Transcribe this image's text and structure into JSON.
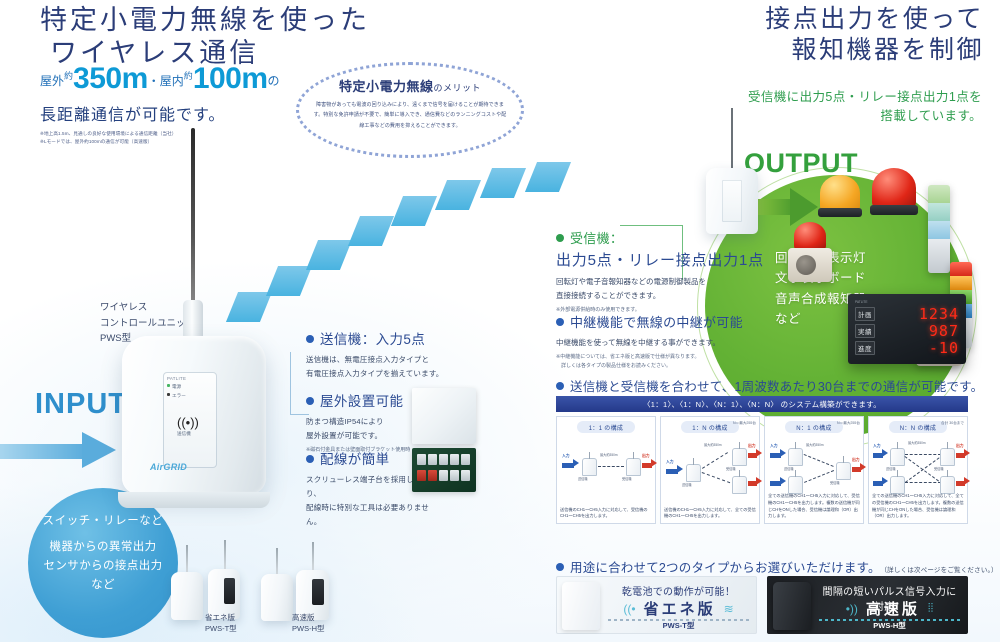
{
  "headline": {
    "left_line1": "特定小電力無線を使った",
    "left_line2": "ワイヤレス通信",
    "right_line1": "接点出力を使って",
    "right_line2": "報知機器を制御"
  },
  "distance": {
    "outdoor_label": "屋外",
    "approx1": "約",
    "outdoor_value": "350m",
    "separator": "・",
    "indoor_label": "屋内",
    "approx2": "約",
    "indoor_value": "100m",
    "suffix": "の",
    "line2": "長距離通信が可能です。",
    "footnote": "※地上高1.5m、見通しの良好な使用環境による通信距離（当社）\n※Lモードでは、屋外約100mの通信が可能（高速版）"
  },
  "right_subtitle": "受信機に出力5点・リレー接点出力1点を\n搭載しています。",
  "merit_oval": {
    "title": "特定小電力無線",
    "title_suffix": "のメリット",
    "body": "障害物があっても電波の回り込みにより、遠くまで信号を届けることが期待できます。特別な免許申請が不要で、簡単に導入でき、通信費などのランニングコストや配線工事などの費用を抑えることができます。"
  },
  "input": {
    "label": "INPUT",
    "circle_line1": "スイッチ・リレーなど",
    "circle_line2": "機器からの異常出力\nセンサからの接点出力\nなど"
  },
  "output": {
    "label": "OUTPUT",
    "circle_text": "回転灯・表示灯\n文字表示ボード\n音声合成報知器\nなど"
  },
  "main_unit": {
    "label": "ワイヤレス\nコントロールユニット\nPWS型",
    "brand": "PATLITE",
    "status_power": "電源",
    "status_error": "エラー",
    "panel_label": "送信機",
    "logo": "AirGRID"
  },
  "led_board": {
    "header": "PATLITE",
    "rows": [
      {
        "label": "計画",
        "value": "1234"
      },
      {
        "label": "実績",
        "value": "987"
      },
      {
        "label": "進度",
        "value": "-10"
      }
    ]
  },
  "bullets": [
    {
      "title": "送信機：入力5点",
      "body": "送信機は、無電圧接点入力タイプと\n有電圧接点入力タイプを揃えています。",
      "note": ""
    },
    {
      "title": "屋外設置可能",
      "body": "防まつ構造IP54により\n屋外設置が可能です。",
      "note": "※磁石付金具または壁面取付ブラケット使用時"
    },
    {
      "title": "配線が簡単",
      "body": "スクリューレス端子台を採用しており、\n配線時に特別な工具は必要ありません。",
      "note": ""
    }
  ],
  "receiver_block": {
    "title": "受信機：",
    "subtitle": "出力5点・リレー接点出力1点",
    "body": "回転灯や電子音報知器などの電源制御製品を\n直接接続することができます。",
    "note": "※外部電源併給時のみ使用できます。"
  },
  "repeater_block": {
    "title": "中継機能で無線の中継が可能",
    "body": "中継機能を使って無線を中継する事ができます。",
    "note": "※中継機能については、省エネ版と高速版で仕様が異なります。\n　詳しくは各タイプの製品仕様をお読みください。"
  },
  "system": {
    "heading": "送信機と受信機を合わせて、1周波数あたり30台までの通信が可能です。",
    "bar": "〈1：1〉、〈1：N〉、〈N：1〉、〈N：N〉 のシステム構築ができます。",
    "cells": [
      {
        "pill": "1：1 の構成",
        "note": "",
        "in_label": "入力",
        "out_label": "出力",
        "link_label": "最大約350m",
        "tx_label": "送信機",
        "rx_label": "受信機",
        "caption": "送信機のCH1～CH5入力に対応して、受信機のCH1～CH5を出力します。"
      },
      {
        "pill": "1：N の構成",
        "note": "N＝最大255台",
        "in_label": "入力",
        "out_label": "出力",
        "link_label": "最大約350m",
        "tx_label": "送信機",
        "rx_label": "受信機",
        "caption": "送信機のCH1～CH5入力に対応して、全ての受信機のCH1～CH5を出力します。"
      },
      {
        "pill": "N：1 の構成",
        "note": "N＝最大255台",
        "in_label": "入力",
        "out_label": "出力",
        "link_label": "最大約350m",
        "tx_label": "送信機",
        "rx_label": "受信機",
        "caption": "全ての送信機のCH1～CH5入力に対応して、受信機のCH1～CH5を出力します。複数の送信機が同じCHをONした場合、受信機は論理和（OR）出力します。"
      },
      {
        "pill": "N：N の構成",
        "note": "合計 30台まで",
        "in_label": "入力",
        "out_label": "出力",
        "link_label": "最大約350m",
        "tx_label": "送信機",
        "rx_label": "受信機",
        "caption": "全ての送信機のCH1～CH5入力に対応して、全ての受信機のCH1～CH5を出力します。複数の送信機が同じCHをONした場合、受信機は論理和（OR）出力します。"
      }
    ]
  },
  "types": {
    "heading": "用途に合わせて2つのタイプからお選びいただけます。",
    "heading_note": "（詳しくは次ページをご覧ください。）",
    "cards": [
      {
        "title": "乾電池での動作が可能！",
        "name": "省エネ版",
        "model": "PWS-T型",
        "icon_left": "wifi-icon",
        "icon_right": "stack-icon"
      },
      {
        "title": "間隔の短いパルス信号入力に対応！",
        "name": "高速版",
        "model": "PWS-H型",
        "icon_left": "pulse-icon",
        "icon_right": "signal-icon"
      }
    ]
  },
  "devices": [
    {
      "label": "省エネ版\nPWS-T型"
    },
    {
      "label": "高速版\nPWS-H型"
    }
  ],
  "colors": {
    "navy": "#2b3d78",
    "blue": "#2b5fb5",
    "cyan": "#0e9ad6",
    "green": "#2e9d4e",
    "green_circle": "#62b134",
    "red": "#d23a2a"
  }
}
